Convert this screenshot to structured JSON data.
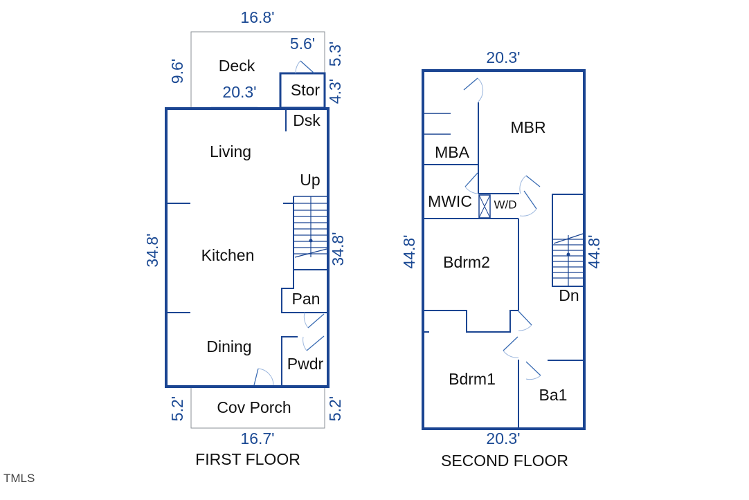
{
  "branding": {
    "watermark": "TMLS"
  },
  "colors": {
    "wall": "#1b4592",
    "dimension": "#1c4a94",
    "label": "#111111"
  },
  "first_floor": {
    "title": "FIRST FLOOR",
    "rooms": {
      "deck": "Deck",
      "stor": "Stor",
      "dsk": "Dsk",
      "living": "Living",
      "up": "Up",
      "kitchen": "Kitchen",
      "pan": "Pan",
      "dining": "Dining",
      "pwdr": "Pwdr",
      "cov_porch": "Cov Porch"
    },
    "dimensions": {
      "deck_width": "16.8'",
      "deck_depth": "9.6'",
      "stor_door": "5.6'",
      "stor_right_top": "5.3'",
      "stor_right_bottom": "4.3'",
      "house_width_top": "20.3'",
      "house_depth_left": "34.8'",
      "house_depth_right": "34.8'",
      "porch_depth_left": "5.2'",
      "porch_depth_right": "5.2'",
      "porch_width": "16.7'"
    }
  },
  "second_floor": {
    "title": "SECOND FLOOR",
    "rooms": {
      "mbr": "MBR",
      "mba": "MBA",
      "mwic": "MWIC",
      "wd": "W/D",
      "bdrm2": "Bdrm2",
      "dn": "Dn",
      "bdrm1": "Bdrm1",
      "ba1": "Ba1"
    },
    "dimensions": {
      "width_top": "20.3'",
      "width_bottom": "20.3'",
      "depth_left": "44.8'",
      "depth_right": "44.8'"
    }
  }
}
